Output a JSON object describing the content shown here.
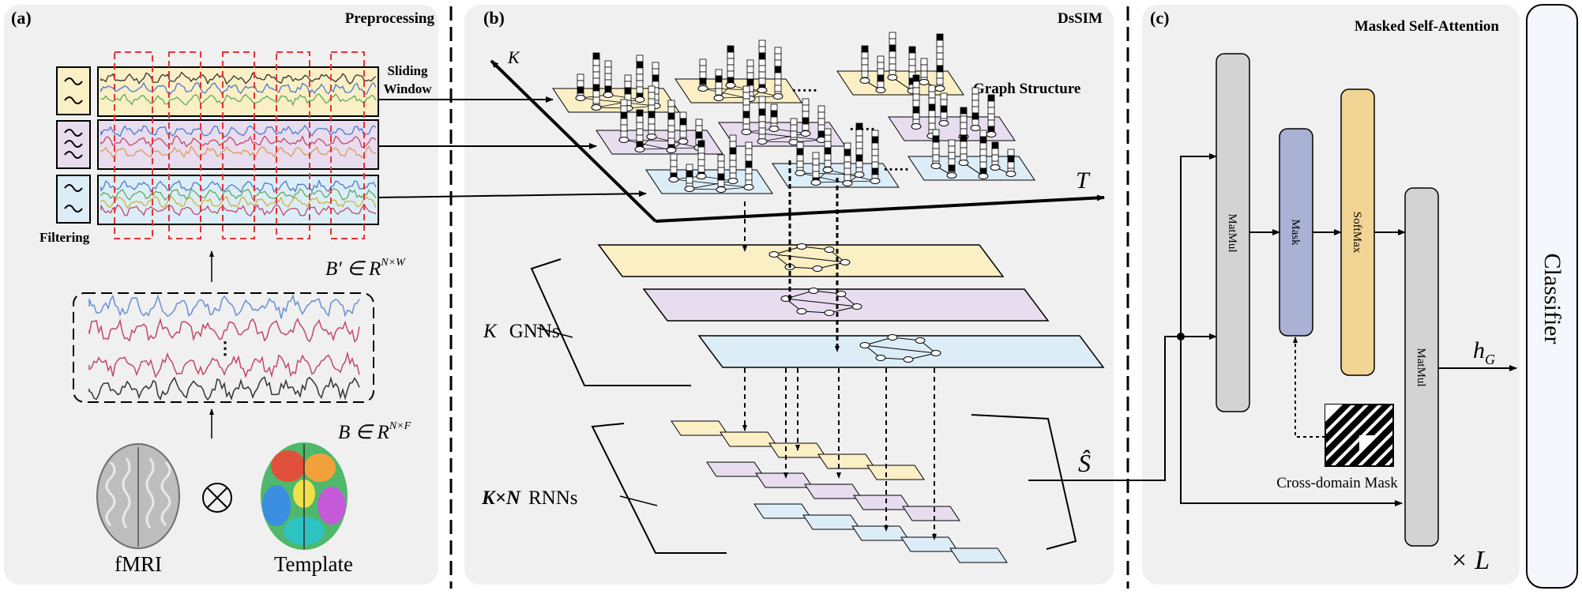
{
  "panels": {
    "a": {
      "tag": "(a)",
      "title": "Preprocessing"
    },
    "b": {
      "tag": "(b)",
      "title": "DsSIM"
    },
    "c": {
      "tag": "(c)",
      "title": "Masked Self-Attention"
    }
  },
  "preprocessing": {
    "sliding_window_l1": "Sliding",
    "sliding_window_l2": "Window",
    "filtering": "Filtering",
    "b_prime": "B′ ∈ R",
    "b_prime_sup": "N×W",
    "b": "B ∈ R",
    "b_sup": "N×F",
    "otimes": "⊗",
    "fmri": "fMRI",
    "template": "Template",
    "ellipsis": "⋮"
  },
  "dssim": {
    "axis_k": "K",
    "axis_t": "T",
    "graph_structure": "Graph Structure",
    "gnn_k": "K",
    "gnn_label": "GNNs",
    "rnn_k": "K×N",
    "rnn_label": "RNNs",
    "s_hat": "Ŝ",
    "dots": "·····"
  },
  "attention": {
    "matmul1": "MatMul",
    "mask": "Mask",
    "softmax": "SoftMax",
    "matmul2": "MatMul",
    "cross_domain_mask": "Cross-domain Mask",
    "h": "h",
    "h_sub": "G",
    "times": "×",
    "L": "L"
  },
  "classifier": "Classifier",
  "colors": {
    "panel_bg": "#f0f0f0",
    "yellow": "#fbefc6",
    "purple": "#e8dcef",
    "blue": "#dcedf8",
    "gray_block": "#d3d3d3",
    "mask_block": "#a9b1d5",
    "softmax_block": "#f2d594",
    "red_dash": "#e63333"
  }
}
